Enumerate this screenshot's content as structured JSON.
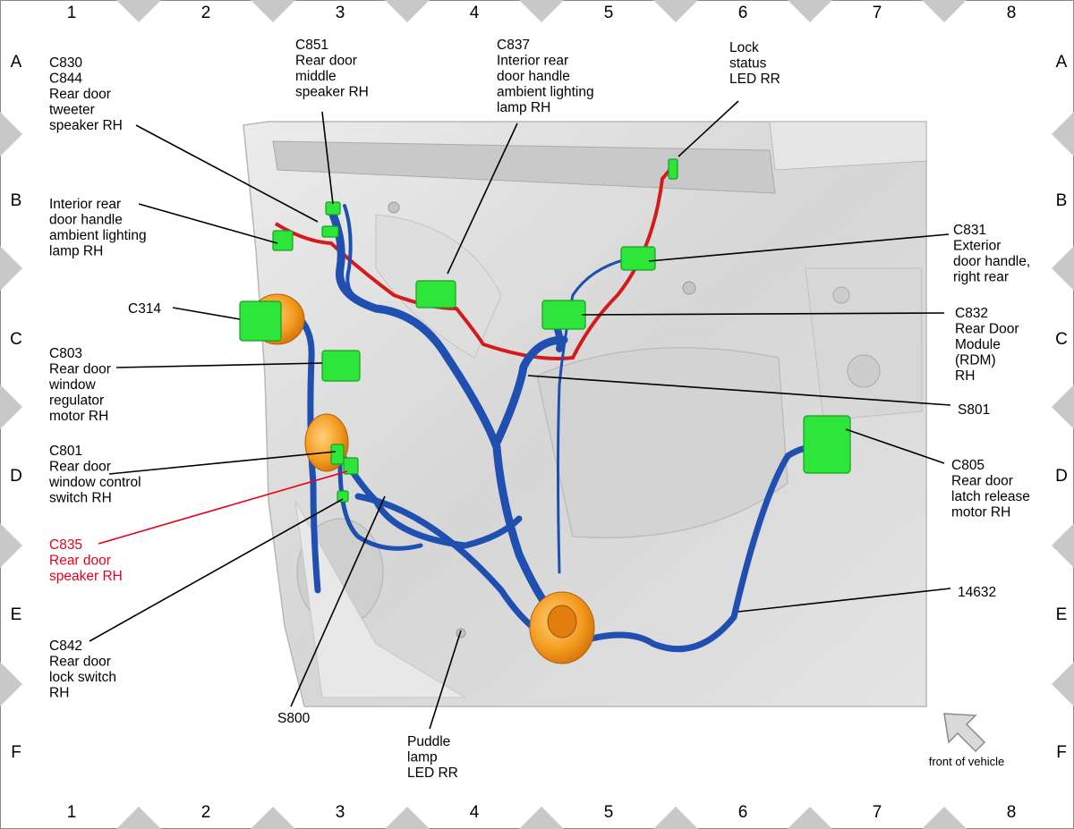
{
  "grid": {
    "columns": [
      "1",
      "2",
      "3",
      "4",
      "5",
      "6",
      "7",
      "8"
    ],
    "rows": [
      "A",
      "B",
      "C",
      "D",
      "E",
      "F"
    ]
  },
  "labels": {
    "c830": [
      "C830",
      "C844",
      "Rear door",
      "tweeter",
      "speaker RH"
    ],
    "c851": [
      "C851",
      "Rear door",
      "middle",
      "speaker RH"
    ],
    "c837": [
      "C837",
      "Interior rear",
      "door handle",
      "ambient lighting",
      "lamp RH"
    ],
    "lock_status": [
      "Lock",
      "status",
      "LED RR"
    ],
    "int_handle_lamp": [
      "Interior rear",
      "door handle",
      "ambient lighting",
      "lamp RH"
    ],
    "c831": [
      "C831",
      "Exterior",
      "door handle,",
      "right rear"
    ],
    "c314": [
      "C314"
    ],
    "c832": [
      "C832",
      "Rear Door",
      "Module",
      "(RDM)",
      "RH"
    ],
    "c803": [
      "C803",
      "Rear door",
      "window",
      "regulator",
      "motor RH"
    ],
    "s801": [
      "S801"
    ],
    "c801": [
      "C801",
      "Rear door",
      "window control",
      "switch RH"
    ],
    "c805": [
      "C805",
      "Rear door",
      "latch release",
      "motor RH"
    ],
    "c835": [
      "C835",
      "Rear door",
      "speaker RH"
    ],
    "h14632": [
      "14632"
    ],
    "c842": [
      "C842",
      "Rear door",
      "lock switch",
      "RH"
    ],
    "s800": [
      "S800"
    ],
    "puddle": [
      "Puddle",
      "lamp",
      "LED RR"
    ],
    "front_of_vehicle": "front of vehicle"
  },
  "colors": {
    "connector": "#2ee63a",
    "harness": "#1f4fb0",
    "red_wire": "#d41a1a",
    "grommet": "#f39a1e",
    "door_panel": "#d9d9d9",
    "highlight_text": "#e8001c"
  }
}
